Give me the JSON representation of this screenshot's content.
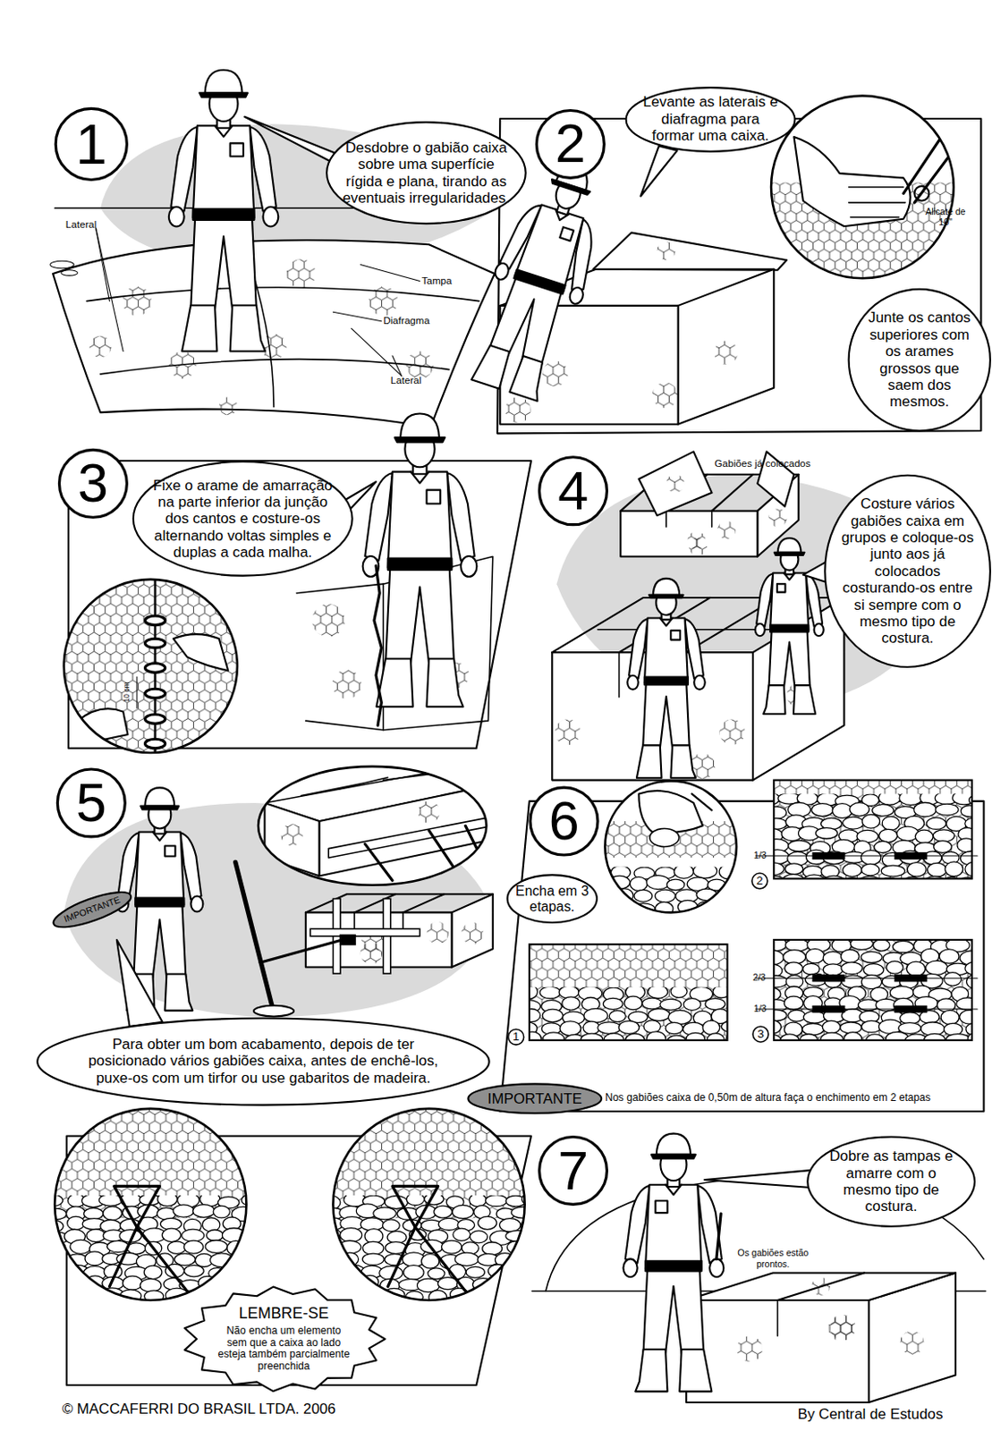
{
  "diagram": {
    "nodes": [
      {
        "text": [
          "1"
        ]
      },
      {
        "text": [
          "Desdobre o gabião caixa sobre uma superfície rígida e plana, tirando as eventuais irregularidades."
        ]
      },
      {
        "text": [
          "2"
        ]
      },
      {
        "text": [
          "Levante as laterais e diafragma para formar uma caixa."
        ]
      },
      {
        "text": [
          "Junte os cantos superiores com os arames grossos que saem dos mesmos."
        ]
      },
      {
        "text": [
          "3"
        ]
      },
      {
        "text": [
          "Fixe o arame de amarração na parte inferior da junção dos cantos e costure-os alternando voltas simples e duplas a cada malha."
        ]
      },
      {
        "text": [
          "4"
        ]
      },
      {
        "text": [
          "Costure vários gabiões caixa em grupos e coloque-os junto aos já colocados costurando-os entre si sempre com o mesmo tipo de costura."
        ]
      },
      {
        "text": [
          "5"
        ]
      },
      {
        "text": [
          "IMPORTANTE"
        ]
      },
      {
        "text": [
          "Para obter um bom acabamento, depois de ter posicionado vários gabiões caixa, antes de enchê-los, puxe-os com um tirfor ou use gabaritos de madeira."
        ]
      },
      {
        "text": [
          "6"
        ]
      },
      {
        "text": [
          "Encha em 3 etapas."
        ]
      },
      {
        "text": [
          "2"
        ]
      },
      {
        "text": [
          "1"
        ]
      },
      {
        "text": [
          "3"
        ]
      },
      {
        "text": [
          "IMPORTANTE"
        ]
      },
      {
        "text": [
          "LEMBRE-SE",
          "Não encha um elemento sem que a caixa ao lado esteja também parcialmente preenchida"
        ]
      },
      {
        "text": [
          "7"
        ]
      },
      {
        "text": [
          "Dobre as tampas e amarre com o mesmo tipo de costura."
        ]
      }
    ],
    "labels": [
      "Lateral",
      "Tampa",
      "Diafragma",
      "Lateral",
      "Alicate de 10\"",
      "10 cm",
      "Gabiões já colocados",
      "1/3",
      "2/3",
      "1/3",
      "Nos gabiões caixa de 0,50m de altura faça o enchimento em 2 etapas",
      "Os gabiões estão prontos.",
      "© MACCAFERRI DO BRASIL LTDA. 2006",
      "By Central de Estudos"
    ]
  }
}
